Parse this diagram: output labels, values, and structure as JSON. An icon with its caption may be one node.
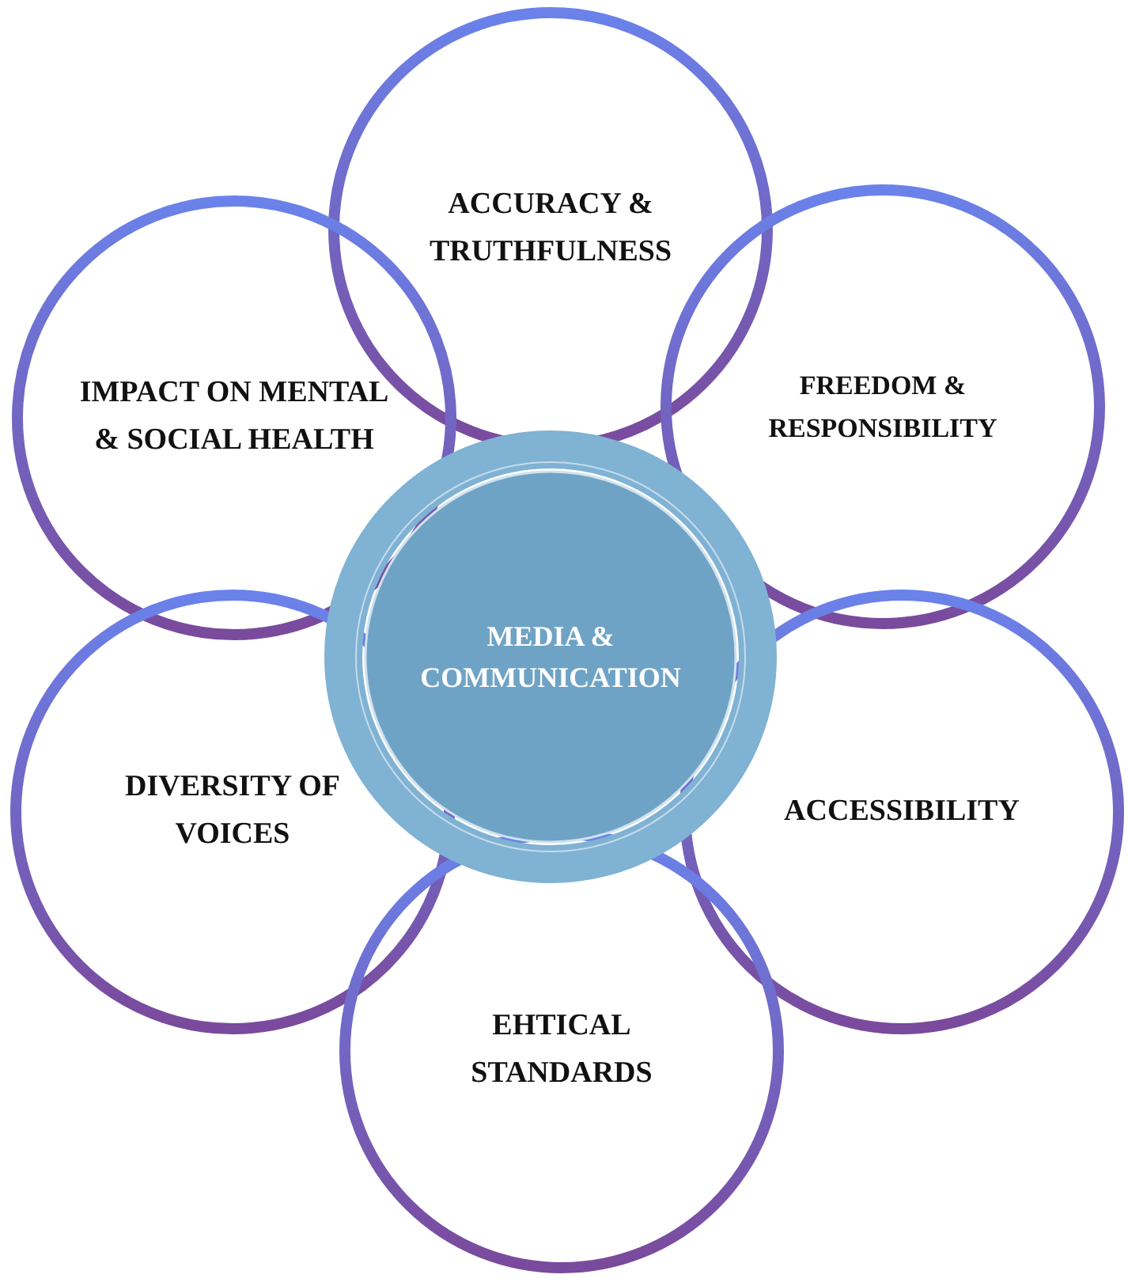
{
  "diagram": {
    "nodes": [
      {
        "text": [
          "ACCURACY & TRUTHFULNESS"
        ]
      },
      {
        "text": [
          "FREEDOM & RESPONSIBILITY"
        ]
      },
      {
        "text": [
          "IMPACT ON MENTAL & SOCIAL HEALTH"
        ]
      },
      {
        "text": [
          "MEDIA & COMMUNICATION"
        ]
      },
      {
        "text": [
          "DIVERSITY OF VOICES"
        ]
      },
      {
        "text": [
          "ACCESSIBILITY"
        ]
      },
      {
        "text": [
          "EHTICAL STANDARDS"
        ]
      }
    ]
  }
}
